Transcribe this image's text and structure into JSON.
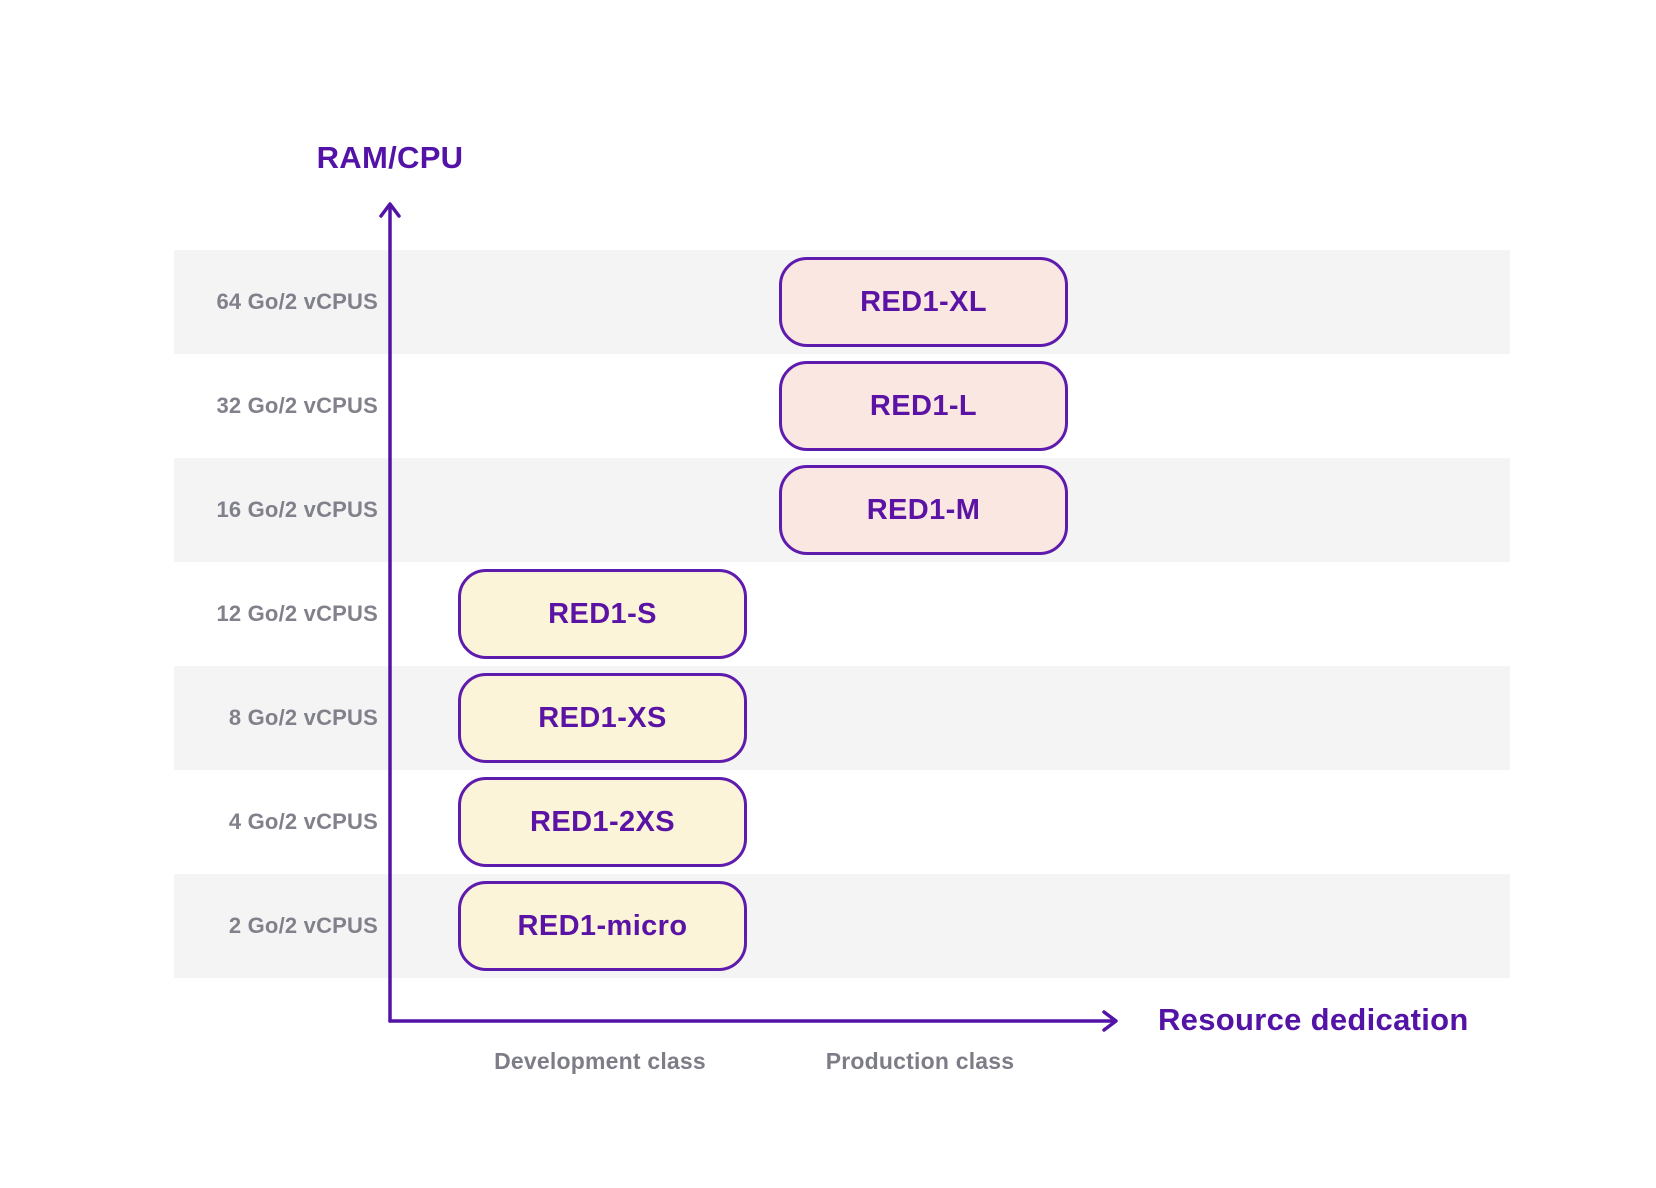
{
  "y_axis": {
    "title": "RAM/CPU",
    "ticks": [
      "64 Go/2 vCPUS",
      "32 Go/2 vCPUS",
      "16 Go/2 vCPUS",
      "12 Go/2 vCPUS",
      "8 Go/2 vCPUS",
      "4 Go/2 vCPUS",
      "2 Go/2 vCPUS"
    ]
  },
  "x_axis": {
    "title": "Resource dedication",
    "categories": [
      "Development class",
      "Production class"
    ]
  },
  "instances": [
    {
      "label": "RED1-XL",
      "ram": "64 Go/2 vCPUS",
      "class": "Production class"
    },
    {
      "label": "RED1-L",
      "ram": "32 Go/2 vCPUS",
      "class": "Production class"
    },
    {
      "label": "RED1-M",
      "ram": "16 Go/2 vCPUS",
      "class": "Production class"
    },
    {
      "label": "RED1-S",
      "ram": "12 Go/2 vCPUS",
      "class": "Development class"
    },
    {
      "label": "RED1-XS",
      "ram": "8 Go/2 vCPUS",
      "class": "Development class"
    },
    {
      "label": "RED1-2XS",
      "ram": "4 Go/2 vCPUS",
      "class": "Development class"
    },
    {
      "label": "RED1-micro",
      "ram": "2 Go/2 vCPUS",
      "class": "Development class"
    }
  ],
  "colors": {
    "accent_purple": "#5313a6",
    "box_border_purple": "#5e1bae",
    "box_text_purple": "#5a13a4",
    "development_fill": "#fcf4d8",
    "production_fill": "#fbe7e1",
    "row_stripe": "#f4f4f5",
    "muted_text": "#7d7d87"
  }
}
